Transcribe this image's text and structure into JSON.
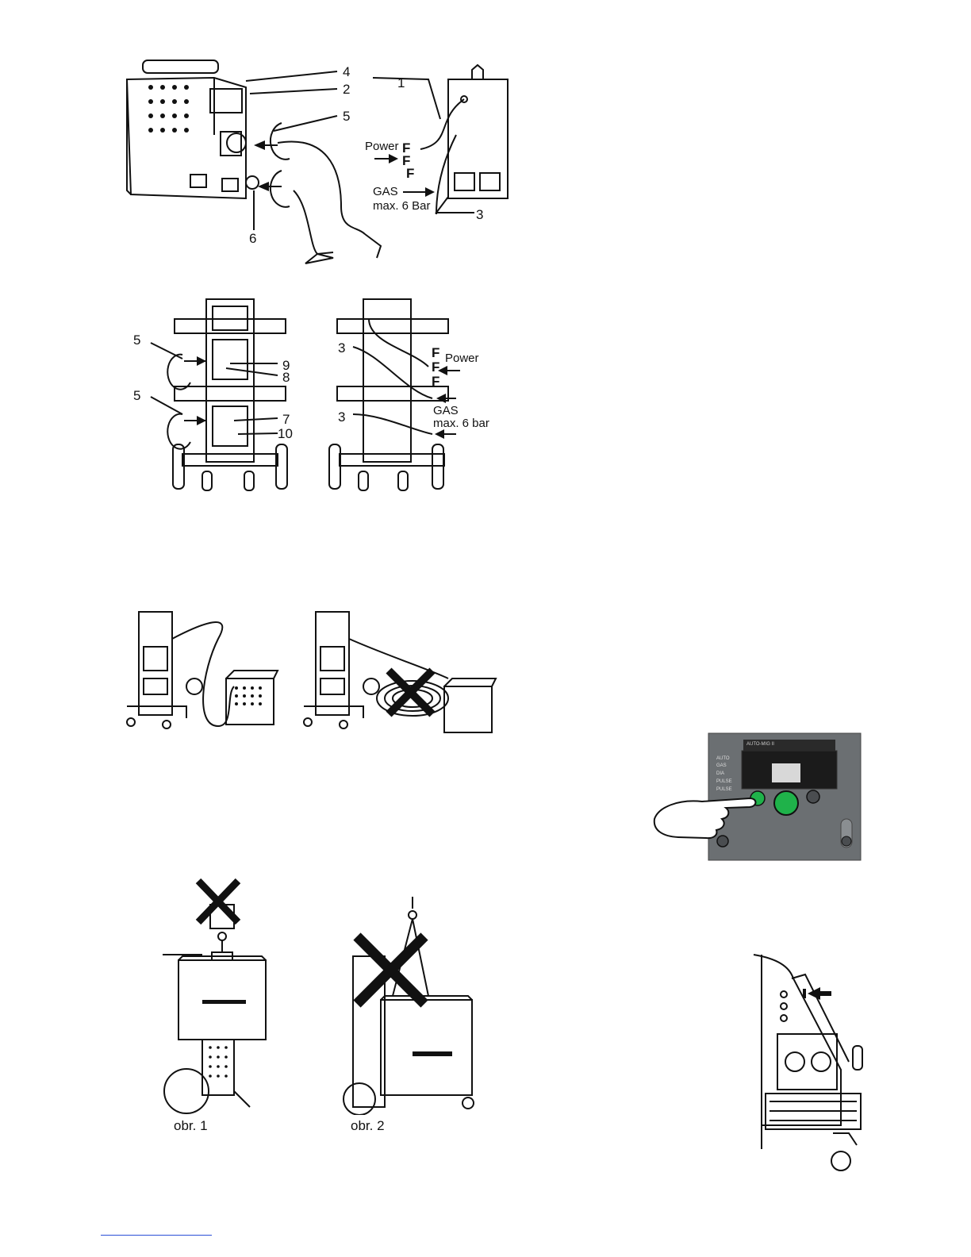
{
  "fig1": {
    "callouts": {
      "c4": "4",
      "c2": "2",
      "c5": "5",
      "c6": "6",
      "c1": "1",
      "c3": "3"
    },
    "power_label": "Power",
    "phase_label": "F",
    "gas_label": "GAS",
    "gas_pressure": "max. 6 Bar"
  },
  "fig2": {
    "callouts": {
      "c5a": "5",
      "c5b": "5",
      "c9": "9",
      "c8": "8",
      "c7": "7",
      "c10": "10",
      "c3a": "3",
      "c3b": "3"
    },
    "power_label": "Power",
    "phase_label": "F",
    "gas_label": "GAS",
    "gas_pressure": "max. 6 bar"
  },
  "fig5": {
    "captions": {
      "left": "obr. 1",
      "right": "obr. 2"
    }
  },
  "panel": {
    "side_labels": [
      "AUTO",
      "GAS",
      "DIA",
      "PULSE",
      "PULSE"
    ],
    "header_text": "AUTO-MIG II"
  },
  "colors": {
    "line": "#111111",
    "panel_bg": "#6b6f72",
    "button_green": "#1fb24a",
    "link_blue": "#2a4fd6"
  }
}
